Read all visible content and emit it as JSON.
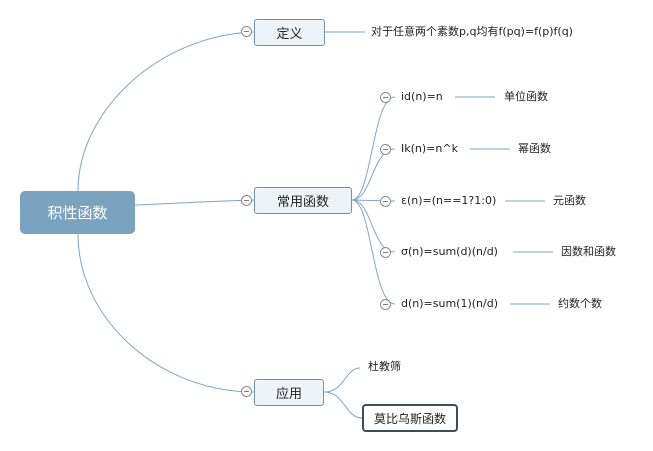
{
  "root": {
    "label": "积性函数"
  },
  "definition": {
    "label": "定义",
    "text": "对于任意两个素数p,q均有f(pq)=f(p)f(q)"
  },
  "common": {
    "label": "常用函数",
    "items": [
      {
        "formula": "id(n)=n",
        "name": "单位函数"
      },
      {
        "formula": "Ik(n)=n^k",
        "name": "幂函数"
      },
      {
        "formula": "ε(n)=(n==1?1:0)",
        "name": "元函数"
      },
      {
        "formula": "σ(n)=sum(d)(n/d)",
        "name": "因数和函数"
      },
      {
        "formula": "d(n)=sum(1)(n/d)",
        "name": "约数个数"
      }
    ]
  },
  "application": {
    "label": "应用",
    "items": [
      "杜教筛",
      "莫比乌斯函数"
    ]
  },
  "colors": {
    "root": "#7aa3c0",
    "connector": "#7fa6c2",
    "topic_border": "#6f93ad"
  }
}
